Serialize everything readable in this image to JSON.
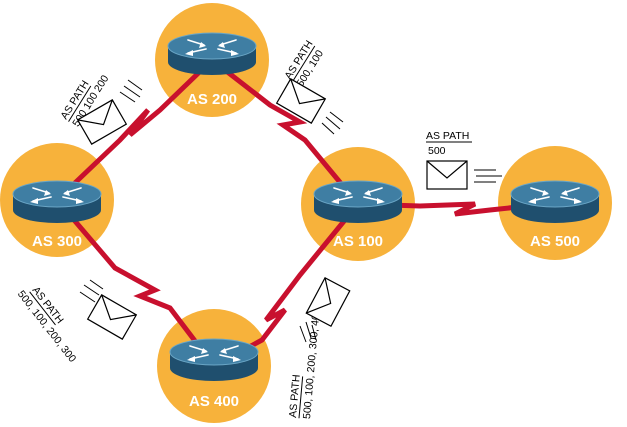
{
  "colors": {
    "link": "#c8102e",
    "halo": "#f7b23b",
    "router_top": "#3f7ea3",
    "router_side": "#1f4f6e",
    "label": "#ffffff"
  },
  "nodes": [
    {
      "id": "as200",
      "label": "AS 200"
    },
    {
      "id": "as300",
      "label": "AS 300"
    },
    {
      "id": "as100",
      "label": "AS 100"
    },
    {
      "id": "as500",
      "label": "AS 500"
    },
    {
      "id": "as400",
      "label": "AS 400"
    }
  ],
  "updates": [
    {
      "id": "update-as200-to-as300",
      "title": "AS PATH",
      "value": "500 100 200"
    },
    {
      "id": "update-as100-to-as200",
      "title": "AS PATH",
      "value": "500, 100"
    },
    {
      "id": "update-as500-to-as100",
      "title": "AS PATH",
      "value": "500"
    },
    {
      "id": "update-as300-to-as400",
      "title": "AS PATH",
      "value": "500, 100, 200, 300"
    },
    {
      "id": "update-as400-to-as100",
      "title": "AS PATH",
      "value": "500, 100, 200, 300, 400"
    }
  ],
  "icons": {
    "router": "router-icon",
    "envelope": "envelope-icon"
  }
}
